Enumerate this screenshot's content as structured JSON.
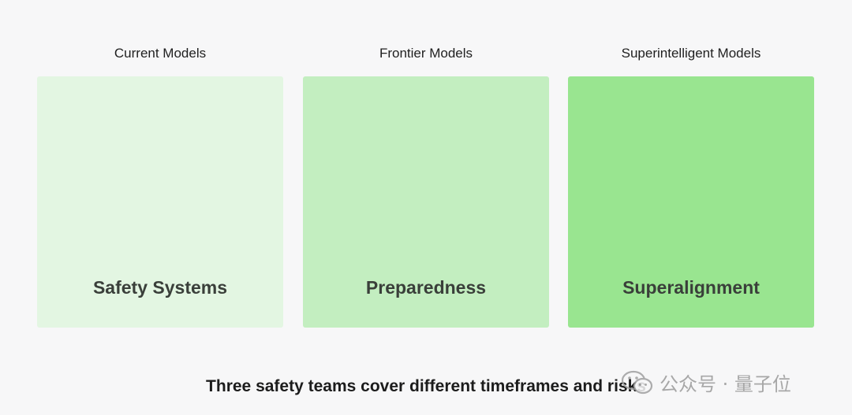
{
  "columns": [
    {
      "label": "Current Models",
      "team": "Safety Systems",
      "color": "#e3f6e2"
    },
    {
      "label": "Frontier Models",
      "team": "Preparedness",
      "color": "#c3eec0"
    },
    {
      "label": "Superintelligent Models",
      "team": "Superalignment",
      "color": "#99e590"
    }
  ],
  "caption": "Three safety teams cover different timeframes and risks",
  "watermark": {
    "icon": "wechat-icon",
    "text": "公众号 · 量子位"
  }
}
